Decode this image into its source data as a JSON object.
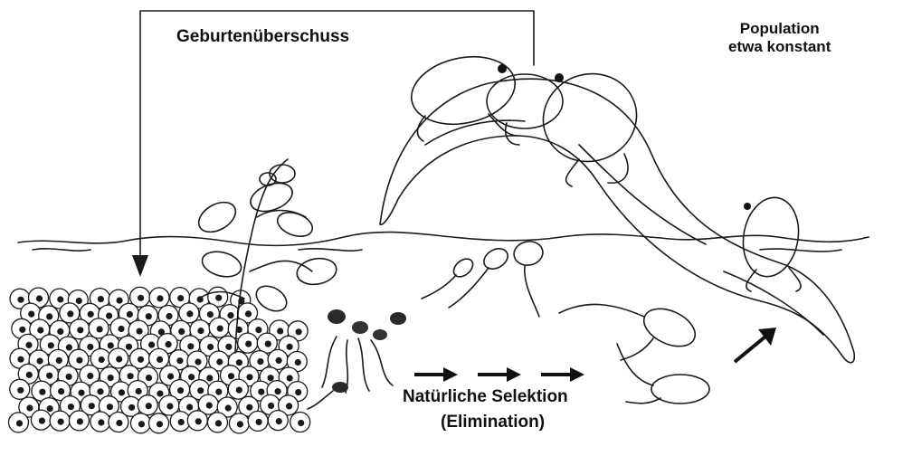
{
  "labels": {
    "surplus": "Geburtenüberschuss",
    "population_line1": "Population",
    "population_line2": "etwa konstant",
    "selection": "Natürliche Selektion",
    "elimination": "(Elimination)"
  },
  "colors": {
    "ink": "#1a1a1a",
    "paper": "#ffffff",
    "shade": "#6b6b6b"
  }
}
